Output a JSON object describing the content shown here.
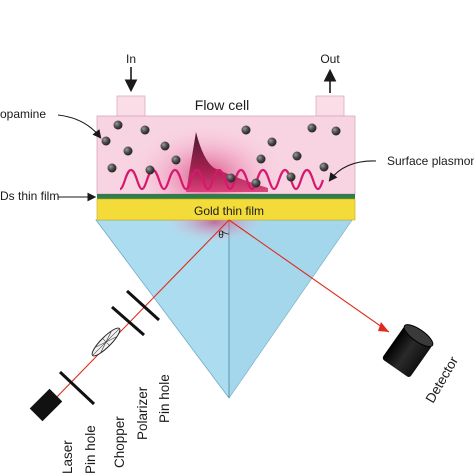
{
  "diagram": {
    "ports": {
      "in": "In",
      "out": "Out"
    },
    "flow_cell": "Flow cell",
    "gold_film": "Gold thin film",
    "angle_symbol": "θ",
    "labels": {
      "analyte": "opamine",
      "surface_plasmon": "Surface plasmon",
      "thin_film": "Ds thin film",
      "detector": "Detector"
    },
    "optics": [
      "Laser",
      "Pin hole",
      "Chopper",
      "Polarizer",
      "Pin hole"
    ],
    "colors": {
      "flow_cell": "#f8d3e1",
      "port": "#fbdde8",
      "gold": "#f3dc3a",
      "thin_film_layer": "#2f7d4a",
      "prism": "#acdcef",
      "wave": "#d6186e",
      "laser_beam": "#e02a1a",
      "glow": "#c92561"
    }
  }
}
